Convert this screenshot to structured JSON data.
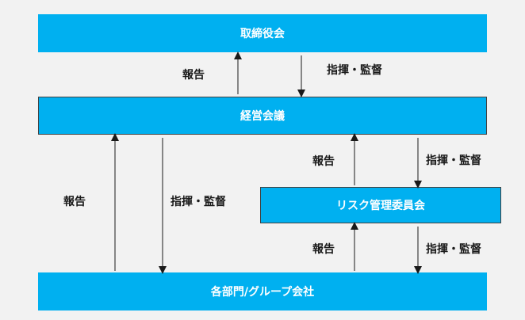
{
  "boxes": {
    "board": "取締役会",
    "management_council": "経営会議",
    "risk_committee": "リスク管理委員会",
    "departments": "各部門/グループ会社"
  },
  "labels": {
    "report_board": "報告",
    "direct_board": "指揮・監督",
    "report_risk_upper": "報告",
    "direct_risk_upper": "指揮・監督",
    "report_left": "報告",
    "direct_left": "指揮・監督",
    "report_risk_lower": "報告",
    "direct_risk_lower": "指揮・監督"
  },
  "colors": {
    "box_fill": "#00b0f0",
    "box_text": "#ffffff",
    "background": "#f2f2f2",
    "arrow": "#1a1a1a"
  }
}
